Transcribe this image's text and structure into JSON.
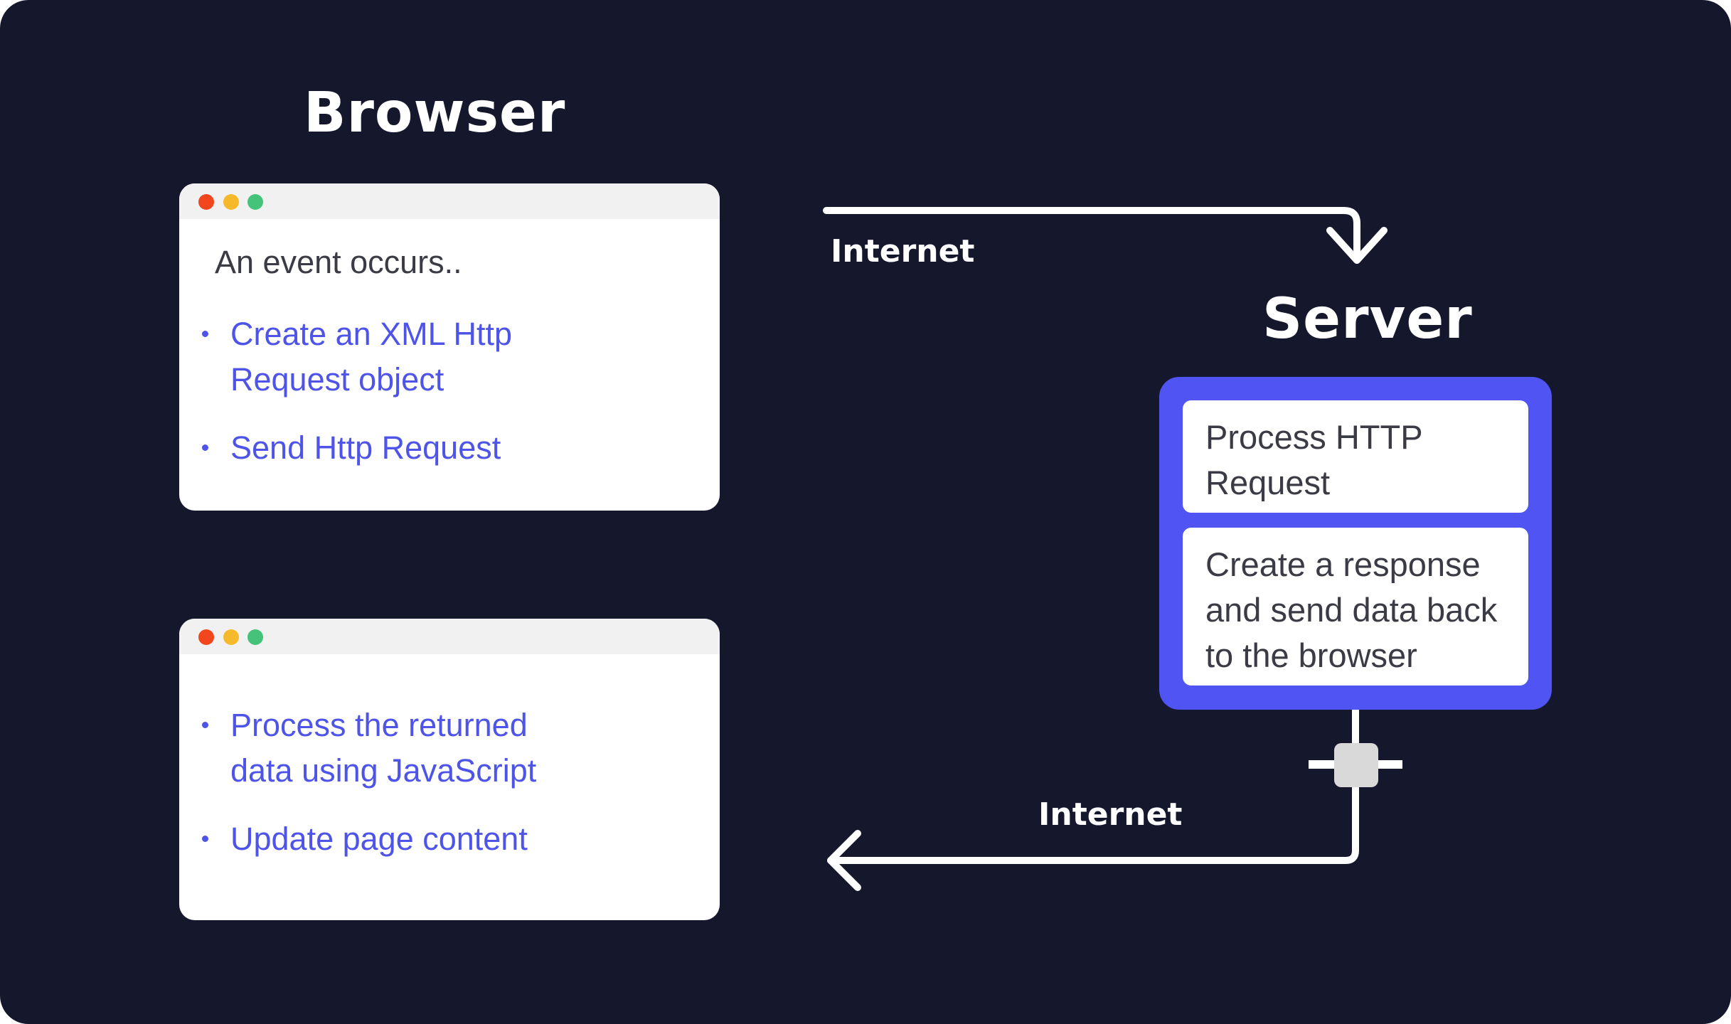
{
  "browser": {
    "title": "Browser",
    "request_window": {
      "event_text": "An event occurs..",
      "steps": [
        {
          "line1": "Create an XML Http",
          "line2": "Request object"
        },
        {
          "line1": "Send Http Request",
          "line2": ""
        }
      ]
    },
    "response_window": {
      "steps": [
        {
          "line1": "Process the returned",
          "line2": "data using JavaScript"
        },
        {
          "line1": "Update page content",
          "line2": ""
        }
      ]
    }
  },
  "server": {
    "title": "Server",
    "tasks": [
      {
        "line1": "Process HTTP",
        "line2": "Request",
        "line3": ""
      },
      {
        "line1": "Create a response",
        "line2": "and send data back",
        "line3": "to the browser"
      }
    ]
  },
  "connections": {
    "request_label": "Internet",
    "response_label": "Internet"
  },
  "colors": {
    "background": "#15172d",
    "accent": "#4f54f2",
    "link_text": "#4f54e8",
    "window_dot_red": "#f1461e",
    "window_dot_yellow": "#f7b92c",
    "window_dot_green": "#45c37b",
    "connector_node": "#d9d9d9"
  }
}
